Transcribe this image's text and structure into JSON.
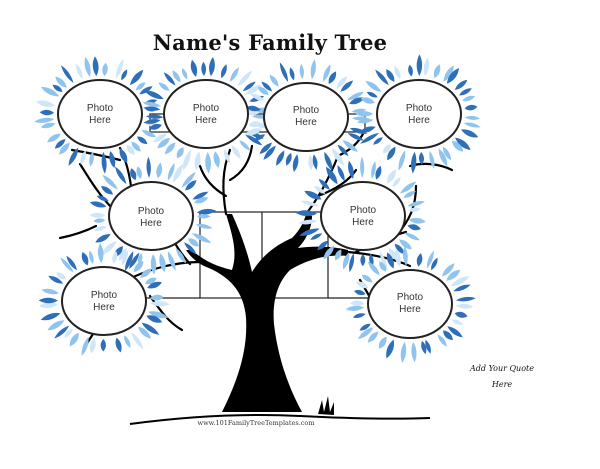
{
  "title": "Name's  Family Tree",
  "photo_slots": [
    {
      "line1": "Photo",
      "line2": "Here"
    },
    {
      "line1": "Photo",
      "line2": "Here"
    },
    {
      "line1": "Photo",
      "line2": "Here"
    },
    {
      "line1": "Photo",
      "line2": "Here"
    },
    {
      "line1": "Photo",
      "line2": "Here"
    },
    {
      "line1": "Photo",
      "line2": "Here"
    },
    {
      "line1": "Photo",
      "line2": "Here"
    },
    {
      "line1": "Photo",
      "line2": "Here"
    }
  ],
  "signature_line1": "Add Your Quote",
  "signature_line2": "Here",
  "footer": "www.101FamilyTreeTemplates.com",
  "colors": {
    "leaf_dark": "#2f6fb8",
    "leaf_light": "#8fc4ee",
    "leaf_pale": "#cfe6f8",
    "trunk": "#000000",
    "frame": "#222222"
  }
}
